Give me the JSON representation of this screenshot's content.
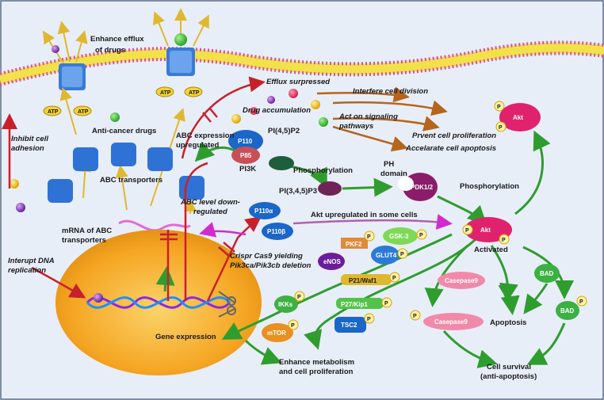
{
  "labels": {
    "enhance_efflux": "Enhance efflux",
    "of_drugs": "of drugs",
    "efflux_surpressed": "Efflux surpressed",
    "interfere_cell_division": "Interfere cell division",
    "drug_accumulation": "Drug accumulation",
    "act_on_signaling": "Act on signaling",
    "pathways": "pathways",
    "prvent_cell_proliferation": "Prvent cell proliferation",
    "accelarate_cell_apoptosis": "Accelarate cell apoptosis",
    "inhibit_cell": "Inhibit cell",
    "adhesion": "adhesion",
    "anti_cancer_drugs": "Anti-cancer drugs",
    "abc_expression": "ABC expression",
    "upregulated": "upregulated",
    "abc_transporters": "ABC transporters",
    "pi45p2": "PI(4,5)P2",
    "phosphorylation": "Phosphorylation",
    "ph": "PH",
    "domain": "domain",
    "pi3k": "PI3K",
    "pi345p3": "PI(3,4,5)P3",
    "phosphorylation2": "Phosphorylation",
    "abc_level_down": "ABC level down-",
    "regulated": "regulated",
    "akt_upregulated": "Akt upregulated in some cells",
    "mrna_of_abc": "mRNA of ABC",
    "transporters": "transporters",
    "activated": "Activated",
    "crispr_line1": "Crispr Cas9 yielding",
    "crispr_line2": "Pik3ca/Pik3cb deletion",
    "interupt_dna": "Interupt DNA",
    "replication": "replication",
    "apoptosis": "Apoptosis",
    "gene_expression": "Gene expression",
    "enhance_metabolism": "Enhance metabolism",
    "and_cell_proliferation": "and cell proliferation",
    "cell_survival": "Cell survival",
    "anti_apoptosis": "(anti-apoptosis)"
  },
  "nodes": {
    "atp": "ATP",
    "p110": "P110",
    "p85": "P85",
    "pdk12": "PDK1/2",
    "p110a": "P110α",
    "p110b": "P110β",
    "akt_top": "Akt",
    "akt_mid": "Akt",
    "pkf2": "PKF2",
    "gsk3": "GSK-3",
    "glut4": "GLUT4",
    "enos": "eNOS",
    "p21": "P21/Waf1",
    "p27": "P27/Kip1",
    "tsc2": "TSC2",
    "ikks": "IKKs",
    "mtor": "mTOR",
    "casepase9_a": "Casepase9",
    "casepase9_b": "Casepase9",
    "bad_a": "BAD",
    "bad_b": "BAD",
    "p": "P"
  },
  "colors": {
    "membrane_head": "#d64fb0",
    "membrane_tail": "#f2e14a",
    "nucleus": "#f5a623",
    "green_arrow": "#2e9d2e",
    "red_inhibit": "#c8202a",
    "magenta_arrow": "#d12bd0",
    "akt": "#e0226e",
    "pdk": "#8a1c6a",
    "p110": "#1a66c9"
  }
}
